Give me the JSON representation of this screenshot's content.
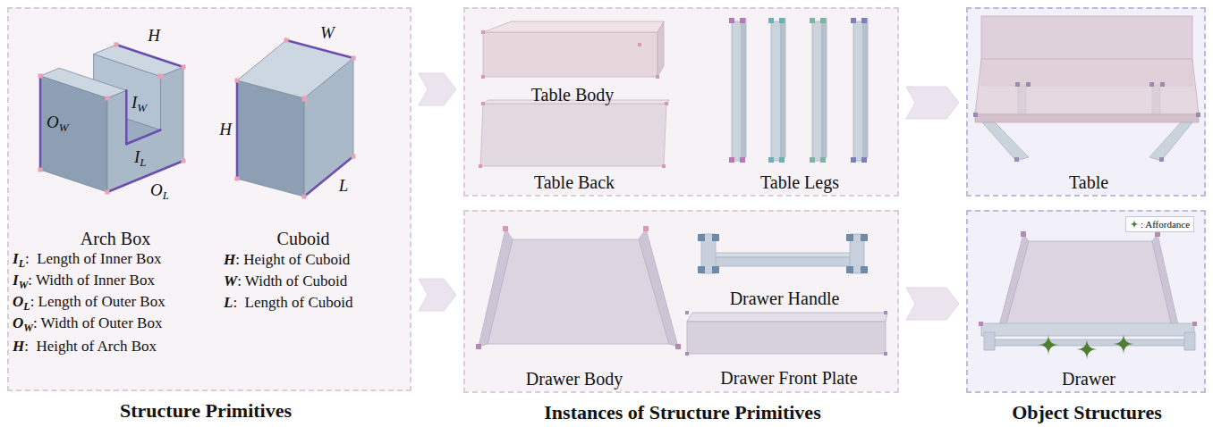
{
  "diagram": {
    "nodes": [
      {
        "text": [
          "Arch Box",
          "Cuboid"
        ]
      },
      {
        "text": [
          "Table Body",
          "Table Back",
          "Table Legs"
        ]
      },
      {
        "text": [
          "Drawer Body",
          "Drawer Handle",
          "Drawer Front Plate"
        ]
      },
      {
        "text": [
          "Table"
        ]
      },
      {
        "text": [
          "Drawer"
        ]
      }
    ],
    "edges": [
      {
        "from": 0,
        "to": 1,
        "arrow": "to"
      },
      {
        "from": 0,
        "to": 2,
        "arrow": "to"
      },
      {
        "from": 1,
        "to": 3,
        "arrow": "to"
      },
      {
        "from": 2,
        "to": 4,
        "arrow": "to"
      }
    ],
    "labels": [
      "Structure Primitives",
      "Instances of Structure Primitives",
      "Object Structures",
      "I",
      "L",
      ":  Length of Inner Box",
      "I",
      "W",
      ": Width of Inner Box",
      "O",
      "L",
      ": Length of Outer Box",
      "O",
      "W",
      ": Width of Outer Box",
      "H",
      ":  Height of Arch Box",
      "H",
      ": Height of Cuboid",
      "W",
      ": Width of Cuboid",
      "L",
      ":  Length of Cuboid",
      "H",
      "O",
      "W",
      "I",
      "W",
      "I",
      "L",
      "O",
      "L",
      "W",
      "H",
      "L"
    ],
    "legend": [
      {
        "text": ": Affordance"
      }
    ]
  }
}
